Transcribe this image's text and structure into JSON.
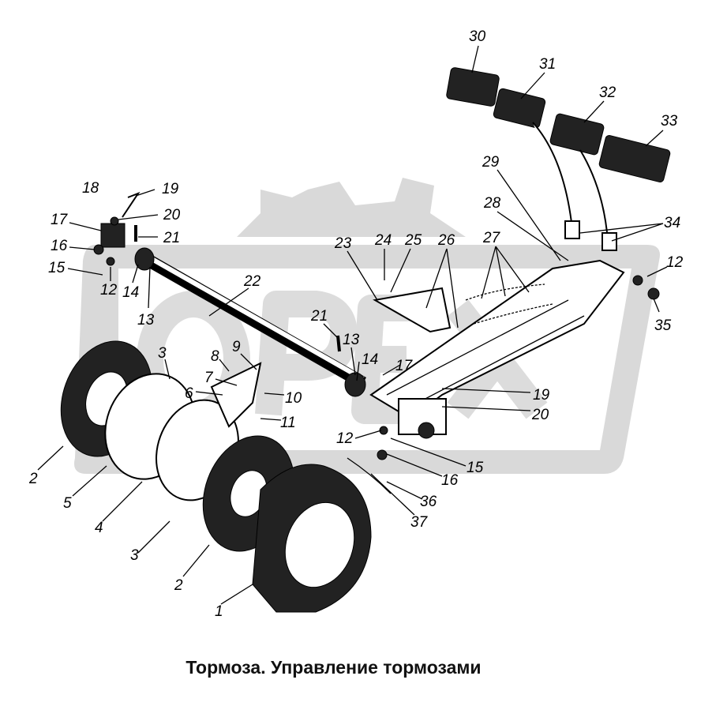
{
  "caption": "Тормоза. Управление тормозами",
  "watermark": "OPEX",
  "colors": {
    "watermark": "#d6d6d6",
    "ink": "#000000"
  },
  "labels": [
    "30",
    "31",
    "32",
    "33",
    "29",
    "28",
    "34",
    "12",
    "35",
    "27",
    "26",
    "25",
    "24",
    "23",
    "22",
    "18",
    "19",
    "17",
    "20",
    "16",
    "21",
    "15",
    "12",
    "14",
    "13",
    "21",
    "13",
    "14",
    "17",
    "19",
    "20",
    "8",
    "9",
    "7",
    "6",
    "10",
    "11",
    "3",
    "12",
    "15",
    "16",
    "36",
    "37",
    "2",
    "5",
    "4",
    "3",
    "2",
    "1"
  ]
}
